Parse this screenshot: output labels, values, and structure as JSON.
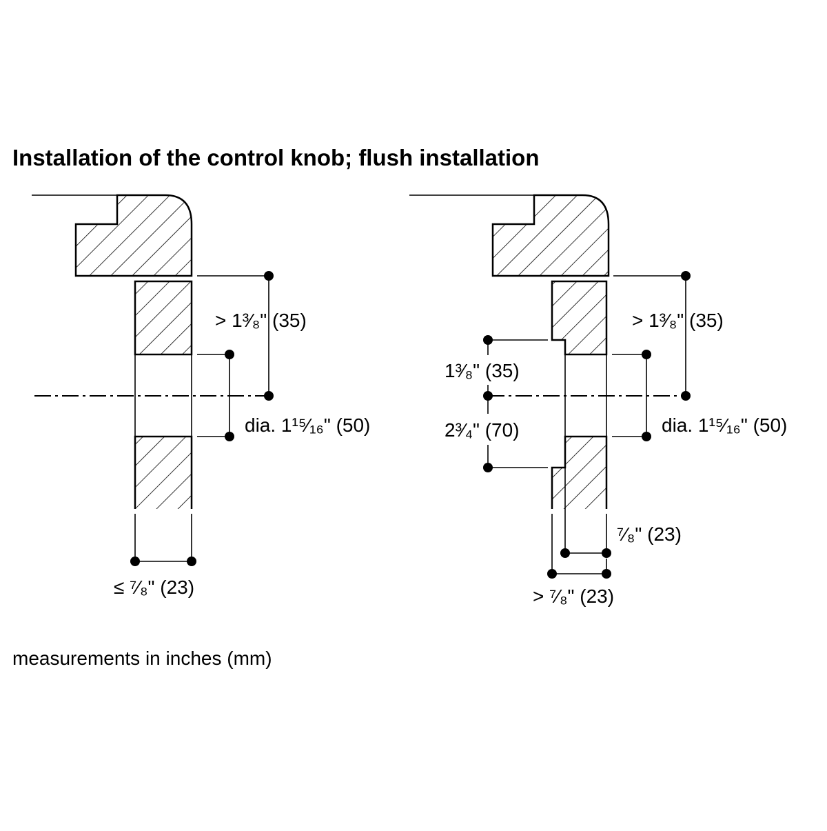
{
  "title": "Installation of the control knob; flush installation",
  "note": "measurements in inches (mm)",
  "left_view": {
    "dim_height": "> 1³⁄₈\" (35)",
    "dim_diameter": "dia. 1¹⁵⁄₁₆\" (50)",
    "dim_thickness": "≤ ⁷⁄₈\" (23)"
  },
  "right_view": {
    "dim_height": "> 1³⁄₈\" (35)",
    "dim_step_upper": "1³⁄₈\" (35)",
    "dim_step_lower": "2³⁄₄\" (70)",
    "dim_diameter": "dia. 1¹⁵⁄₁₆\" (50)",
    "dim_inner": "⁷⁄₈\" (23)",
    "dim_outer": "> ⁷⁄₈\" (23)"
  }
}
